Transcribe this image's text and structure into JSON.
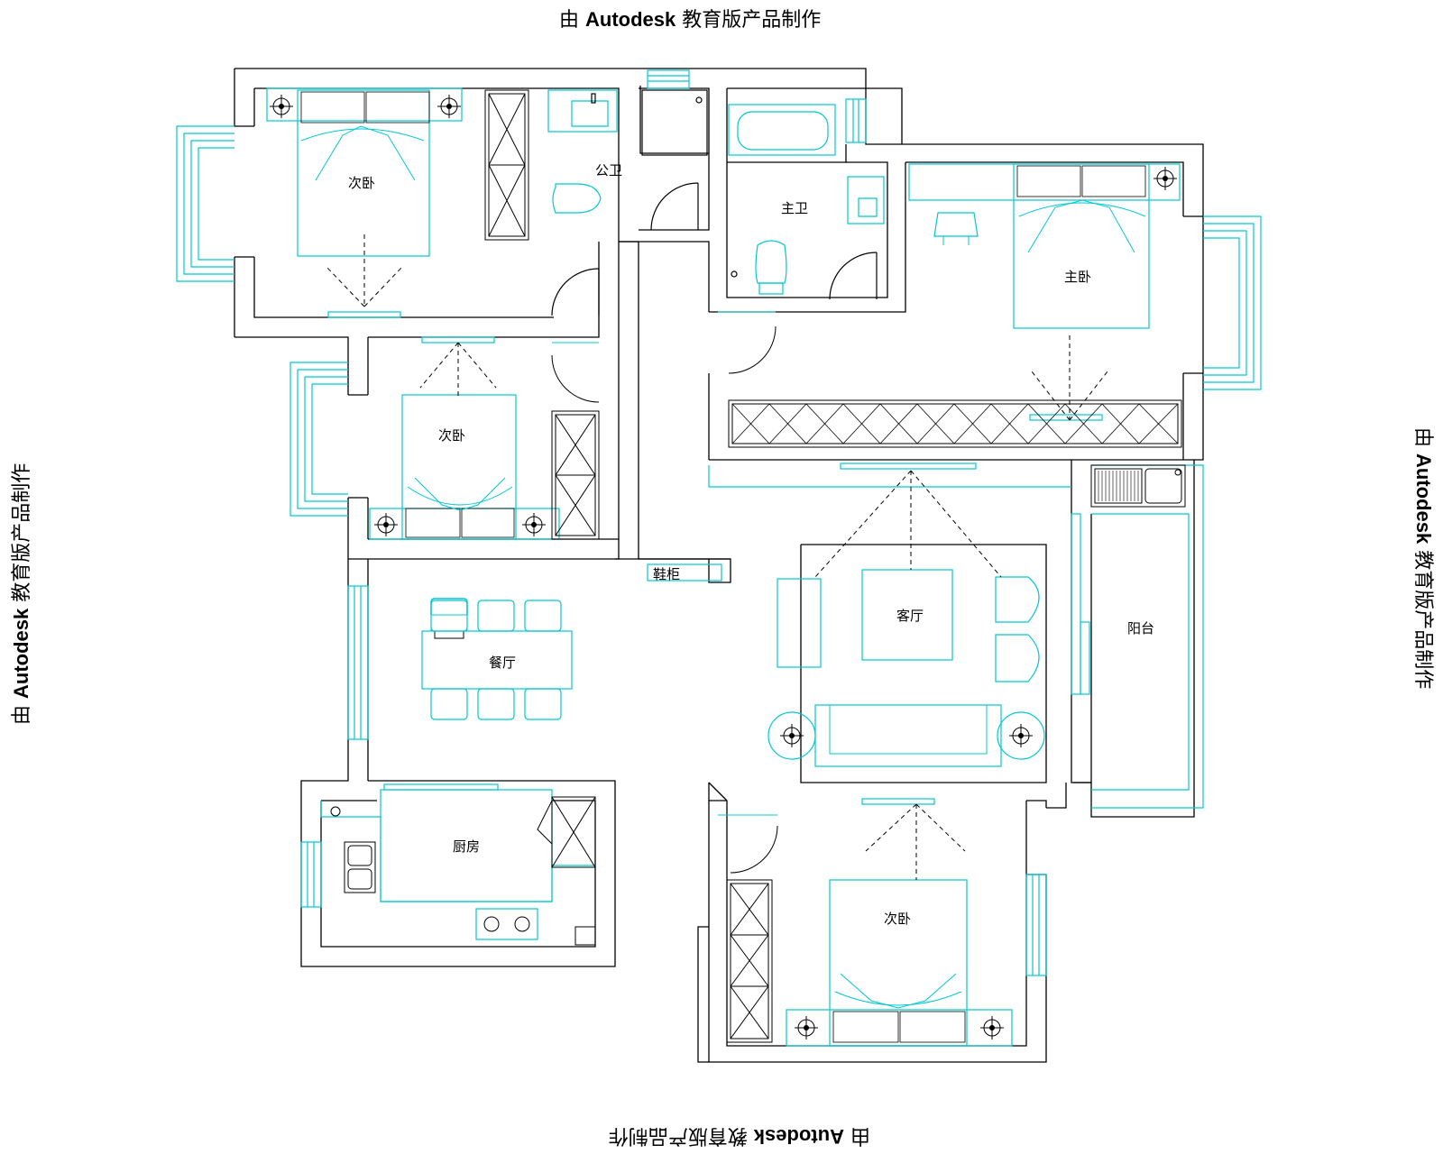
{
  "watermark": {
    "prefix": "由",
    "brand": "Autodesk",
    "suffix": "教育版产品制作"
  },
  "colors": {
    "wall": "#000000",
    "fixture": "#00c8d2",
    "background": "#ffffff"
  },
  "rooms": {
    "bedroom_top_left": "次卧",
    "public_bath": "公卫",
    "master_bath": "主卫",
    "master_bedroom": "主卧",
    "bedroom_middle_left": "次卧",
    "entry_shoe": "鞋柜",
    "dining": "餐厅",
    "living": "客厅",
    "balcony": "阳台",
    "kitchen": "厨房",
    "bedroom_bottom": "次卧"
  }
}
